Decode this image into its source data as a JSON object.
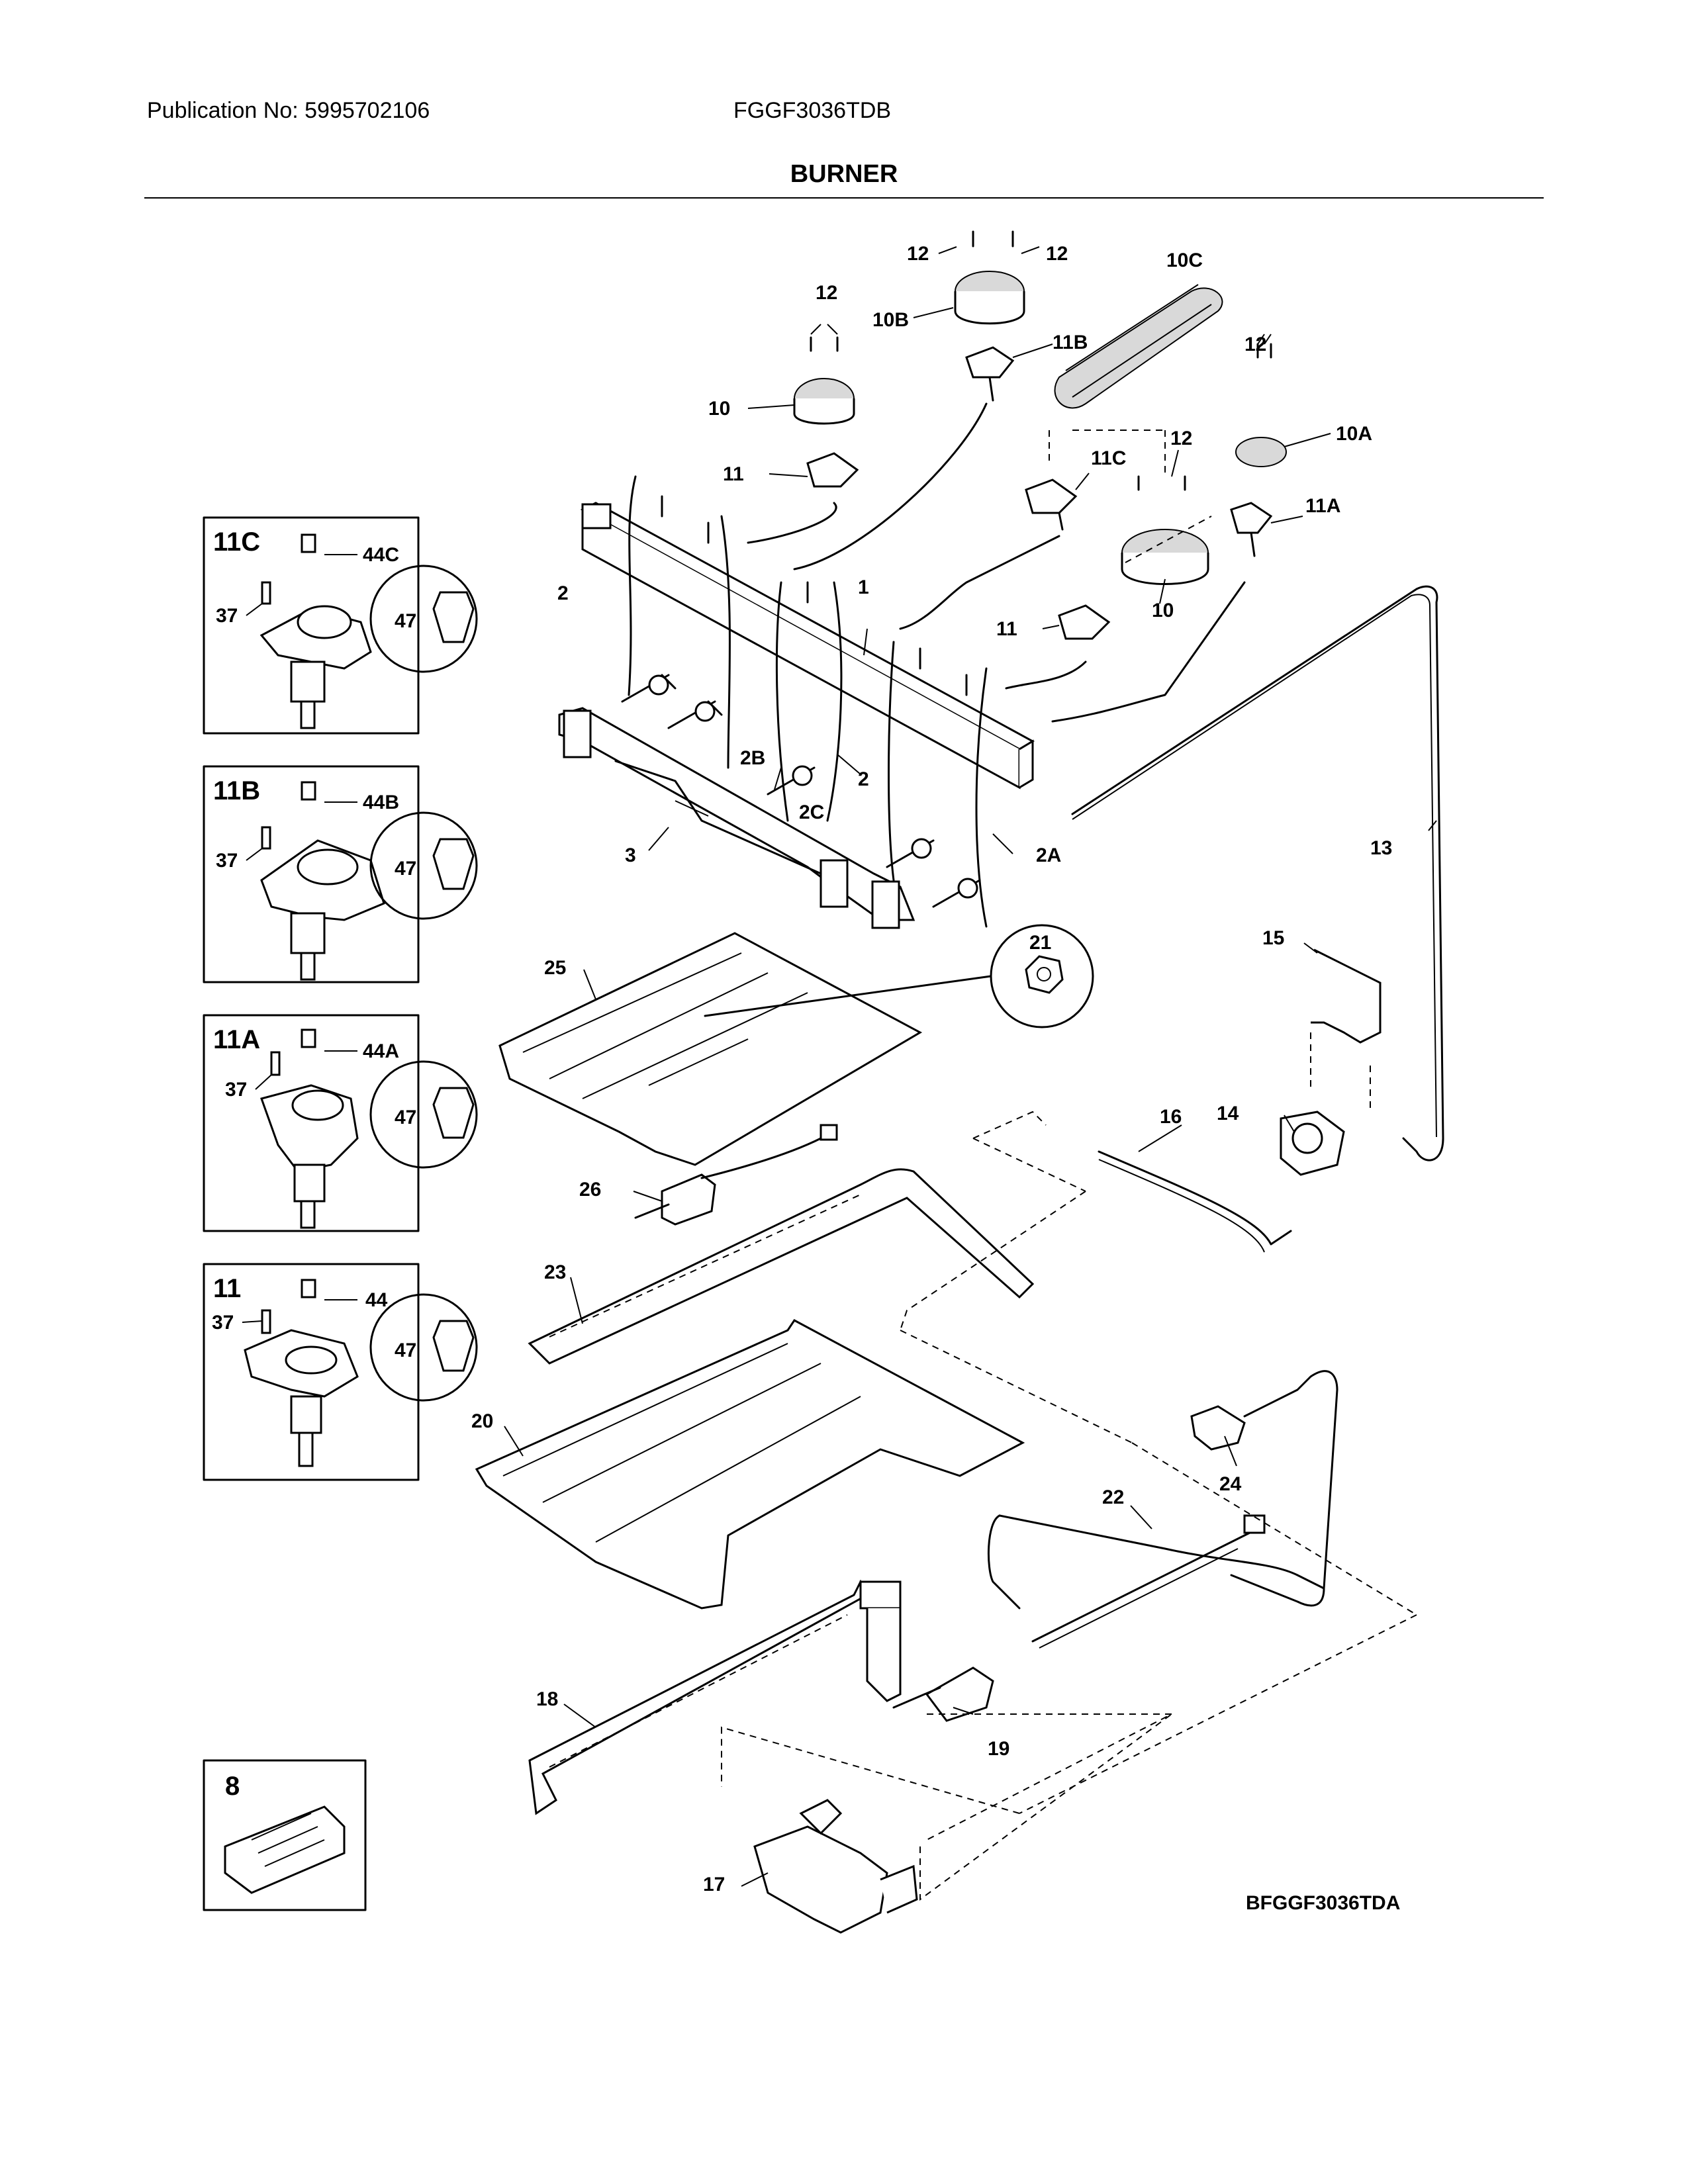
{
  "header": {
    "publication": "Publication No: 5995702106",
    "model": "FGGF3036TDB"
  },
  "title": "BURNER",
  "footer_code": "BFGGF3036TDA",
  "callouts": {
    "c1": "1",
    "c2a": "2",
    "c2b": "2",
    "c2A": "2A",
    "c2B": "2B",
    "c2C": "2C",
    "c3": "3",
    "c10": "10",
    "c10b": "10",
    "c10A": "10A",
    "c10B": "10B",
    "c10C": "10C",
    "c11a": "11",
    "c11b": "11",
    "c11A": "11A",
    "c11B": "11B",
    "c11C": "11C",
    "c12a": "12",
    "c12b": "12",
    "c12c": "12",
    "c12d": "12",
    "c12e": "12",
    "c13": "13",
    "c14": "14",
    "c15": "15",
    "c16": "16",
    "c17": "17",
    "c18": "18",
    "c19": "19",
    "c20": "20",
    "c21": "21",
    "c22": "22",
    "c23": "23",
    "c24": "24",
    "c25": "25",
    "c26": "26"
  },
  "insets": [
    {
      "title": "11C",
      "screw": "44C",
      "pin": "37",
      "cap": "47"
    },
    {
      "title": "11B",
      "screw": "44B",
      "pin": "37",
      "cap": "47"
    },
    {
      "title": "11A",
      "screw": "44A",
      "pin": "37",
      "cap": "47"
    },
    {
      "title": "11",
      "screw": "44",
      "pin": "37",
      "cap": "47"
    }
  ],
  "inset_8": {
    "title": "8"
  }
}
